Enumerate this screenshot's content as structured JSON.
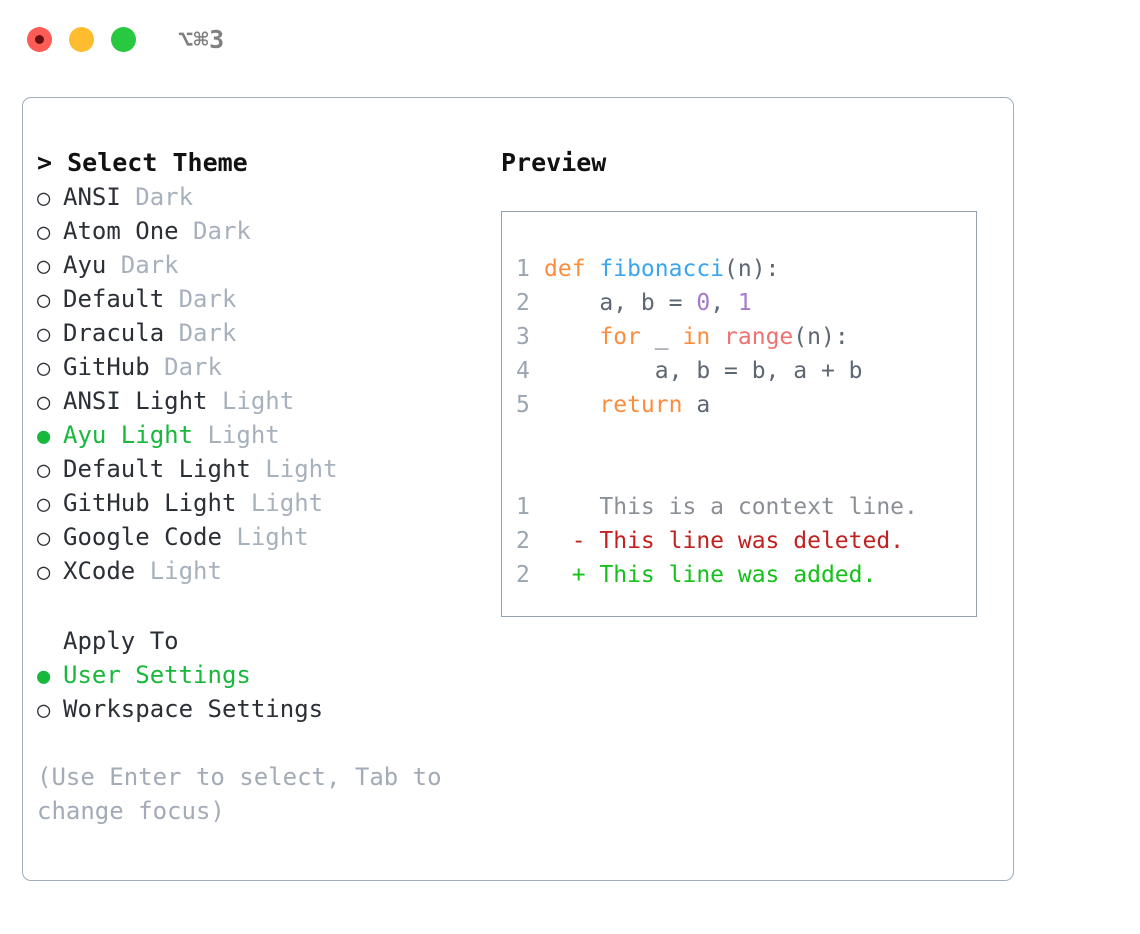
{
  "titlebar": {
    "shortcut": "⌥⌘3",
    "buttons": [
      {
        "name": "close",
        "color": "#fb5c56"
      },
      {
        "name": "minimize",
        "color": "#febc2e"
      },
      {
        "name": "maximize",
        "color": "#28c840"
      }
    ]
  },
  "theme_picker": {
    "header": "> Select Theme",
    "options": [
      {
        "marker": "○",
        "label": "ANSI",
        "meta": "Dark",
        "selected": false
      },
      {
        "marker": "○",
        "label": "Atom One",
        "meta": "Dark",
        "selected": false
      },
      {
        "marker": "○",
        "label": "Ayu",
        "meta": "Dark",
        "selected": false
      },
      {
        "marker": "○",
        "label": "Default",
        "meta": "Dark",
        "selected": false
      },
      {
        "marker": "○",
        "label": "Dracula",
        "meta": "Dark",
        "selected": false
      },
      {
        "marker": "○",
        "label": "GitHub",
        "meta": "Dark",
        "selected": false
      },
      {
        "marker": "○",
        "label": "ANSI Light",
        "meta": "Light",
        "selected": false
      },
      {
        "marker": "●",
        "label": "Ayu Light",
        "meta": "Light",
        "selected": true
      },
      {
        "marker": "○",
        "label": "Default Light",
        "meta": "Light",
        "selected": false
      },
      {
        "marker": "○",
        "label": "GitHub Light",
        "meta": "Light",
        "selected": false
      },
      {
        "marker": "○",
        "label": "Google Code",
        "meta": "Light",
        "selected": false
      },
      {
        "marker": "○",
        "label": "XCode",
        "meta": "Light",
        "selected": false
      }
    ]
  },
  "apply_to": {
    "header": "Apply To",
    "options": [
      {
        "marker": "●",
        "label": "User Settings",
        "selected": true
      },
      {
        "marker": "○",
        "label": "Workspace Settings",
        "selected": false
      }
    ]
  },
  "hint": "(Use Enter to select, Tab to\nchange focus)",
  "preview": {
    "header": "Preview",
    "code_lines": [
      {
        "num": "1",
        "tokens": [
          {
            "t": "def ",
            "c": "kw"
          },
          {
            "t": "fibonacci",
            "c": "fn"
          },
          {
            "t": "(n):",
            "c": "pl"
          }
        ]
      },
      {
        "num": "2",
        "tokens": [
          {
            "t": "    a, b = ",
            "c": "pl"
          },
          {
            "t": "0",
            "c": "num"
          },
          {
            "t": ", ",
            "c": "pl"
          },
          {
            "t": "1",
            "c": "num"
          }
        ]
      },
      {
        "num": "3",
        "tokens": [
          {
            "t": "    ",
            "c": "pl"
          },
          {
            "t": "for",
            "c": "kw"
          },
          {
            "t": " _ ",
            "c": "pl"
          },
          {
            "t": "in",
            "c": "kw"
          },
          {
            "t": " ",
            "c": "pl"
          },
          {
            "t": "range",
            "c": "bi"
          },
          {
            "t": "(n):",
            "c": "pl"
          }
        ]
      },
      {
        "num": "4",
        "tokens": [
          {
            "t": "        a, b = b, a + b",
            "c": "pl"
          }
        ]
      },
      {
        "num": "5",
        "tokens": [
          {
            "t": "    ",
            "c": "pl"
          },
          {
            "t": "return",
            "c": "kw"
          },
          {
            "t": " a",
            "c": "pl"
          }
        ]
      }
    ],
    "diff_lines": [
      {
        "num": "1",
        "sign": "  ",
        "text": "This is a context line.",
        "kind": "ctx"
      },
      {
        "num": "2",
        "sign": "- ",
        "text": "This line was deleted.",
        "kind": "del"
      },
      {
        "num": "2",
        "sign": "+ ",
        "text": "This line was added.",
        "kind": "add"
      }
    ]
  },
  "colors": {
    "accent_green": "#18b83c",
    "muted": "#a7b1bd",
    "border": "#9fadbd",
    "keyword": "#fa8d3e",
    "function": "#3aa5f0",
    "number": "#a37acc",
    "builtin": "#f07171",
    "plain": "#5c6773",
    "diff_deleted": "#c22121",
    "diff_added": "#14c01a"
  }
}
